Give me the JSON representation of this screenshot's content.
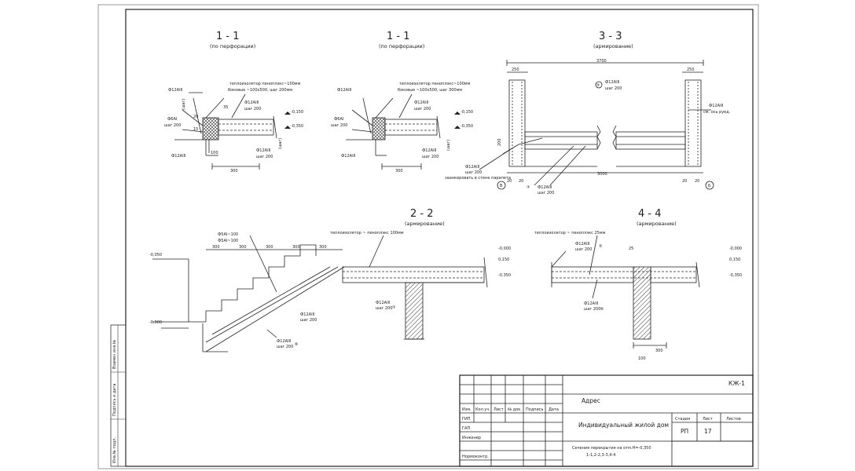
{
  "titles": {
    "s1a": "1 - 1",
    "s1a_note": "(по перфорации)",
    "s1b": "1 - 1",
    "s1b_note": "(по перфорации)",
    "s33": "3 - 3",
    "s33_note": "(армирование)",
    "s22": "2 - 2",
    "s22_note": "(армирование)",
    "s44": "4 - 4",
    "s44_note": "(армирование)"
  },
  "s1a": {
    "ins1": "теплоизолятор пеноплэкс~100мм",
    "ins2": "боковые ~100х500, шаг 200мм",
    "r12a": "Ф12АIII",
    "r12b": "Ф12АIII",
    "r12b_step": "шаг 200",
    "r6": "Ф6АI",
    "r6_step": "шаг 200",
    "r12c": "Ф12АIII",
    "r12c_step": "шаг 200",
    "r12d": "Ф12АIII",
    "lv1": "-0,150",
    "lv2": "-0,350",
    "d35": "35",
    "d20": "20",
    "d15": "15",
    "d100": "100",
    "d300": "300",
    "l_left": "(шаг)",
    "l_right": "(шаг)"
  },
  "s1b": {
    "ins1": "теплоизолятор пеноплэкс~100мм",
    "ins2": "боковые ~100х500, шаг 300мм",
    "r12a": "Ф12АIII",
    "r12b": "Ф12АIII",
    "r12b_step": "шаг 200",
    "r6": "Ф6АI",
    "r6_step": "шаг 200",
    "r12c": "Ф12АIII",
    "r12c_step": "шаг 200",
    "r12d": "Ф12АIII",
    "lv1": "-0,150",
    "lv2": "-0,350",
    "d300": "300",
    "l_right": "(шаг)"
  },
  "s33": {
    "d3700": "3700",
    "d250a": "250",
    "d250b": "250",
    "d3000": "3000",
    "m5": "⑤",
    "r12": "Ф12АIII",
    "r12_step": "шаг 200",
    "r12r": "Ф12АIII",
    "r12r_note": "см. ось руед.",
    "r12l": "Ф12АIII",
    "r12l_step": "шаг 200",
    "r12l_note": "заанкеровать в стене парапета",
    "m7": "⑦",
    "r12b": "Ф12АIII",
    "r12b_step": "шаг 200",
    "axB": "В",
    "axE": "Б",
    "d20a": "20",
    "d20b": "20",
    "d20c": "20",
    "d20d": "20",
    "h200": "200"
  },
  "s22": {
    "r6a": "Ф5АI~100",
    "r6b": "Ф5АI~100",
    "ins": "теплоизолятор ~ пеноплэкс 100мм",
    "lv1": "-0,050",
    "lv2": "-0,900",
    "st": [
      "300",
      "300",
      "300",
      "300",
      "300"
    ],
    "r12a": "Ф12АIII",
    "r12a_step": "шаг 200",
    "r12b": "Ф12АIII",
    "r12b_step": "шаг 200",
    "r12c": "Ф12АIII",
    "r12c_step": "шаг 200",
    "lvr1": "-0,000",
    "lvr2": "0,150",
    "lvr3": "-0,350",
    "m7": "⑦",
    "m6": "⑥"
  },
  "s44": {
    "ins": "теплоизолятор ~ пеноплэкс 25мм",
    "r12a": "Ф12АIII",
    "r12a_step": "шаг 200",
    "r12b": "Ф12АIII",
    "r12b_step": "шаг 200",
    "m5": "⑤",
    "m6": "⑥",
    "lv1": "-0,000",
    "lv2": "0,150",
    "lv3": "-0,350",
    "d25": "25",
    "d300": "300",
    "d100": "100"
  },
  "side": [
    "Взамен инв.№",
    "Подпись и дата",
    "Инв.№ подл."
  ],
  "titleblock": {
    "code": "КЖ-1",
    "addr": "Адрес",
    "cols": [
      "Изм.",
      "Кол.уч.",
      "Лист",
      "№ док.",
      "Подпись",
      "Дата"
    ],
    "roles": [
      "ГИП",
      "ГАП",
      "Инженер"
    ],
    "norm": "Нормоконтр.",
    "house": "Индивидуальный жилой дом",
    "stage_h": "Стадия",
    "sheet_h": "Лист",
    "sheets_h": "Листов",
    "stage": "РП",
    "sheet": "17",
    "sheets": "",
    "desc1": "Сечения перекрытия на отм.Н=-0,350",
    "desc2": "1-1,2-2,3-3,4-4"
  }
}
